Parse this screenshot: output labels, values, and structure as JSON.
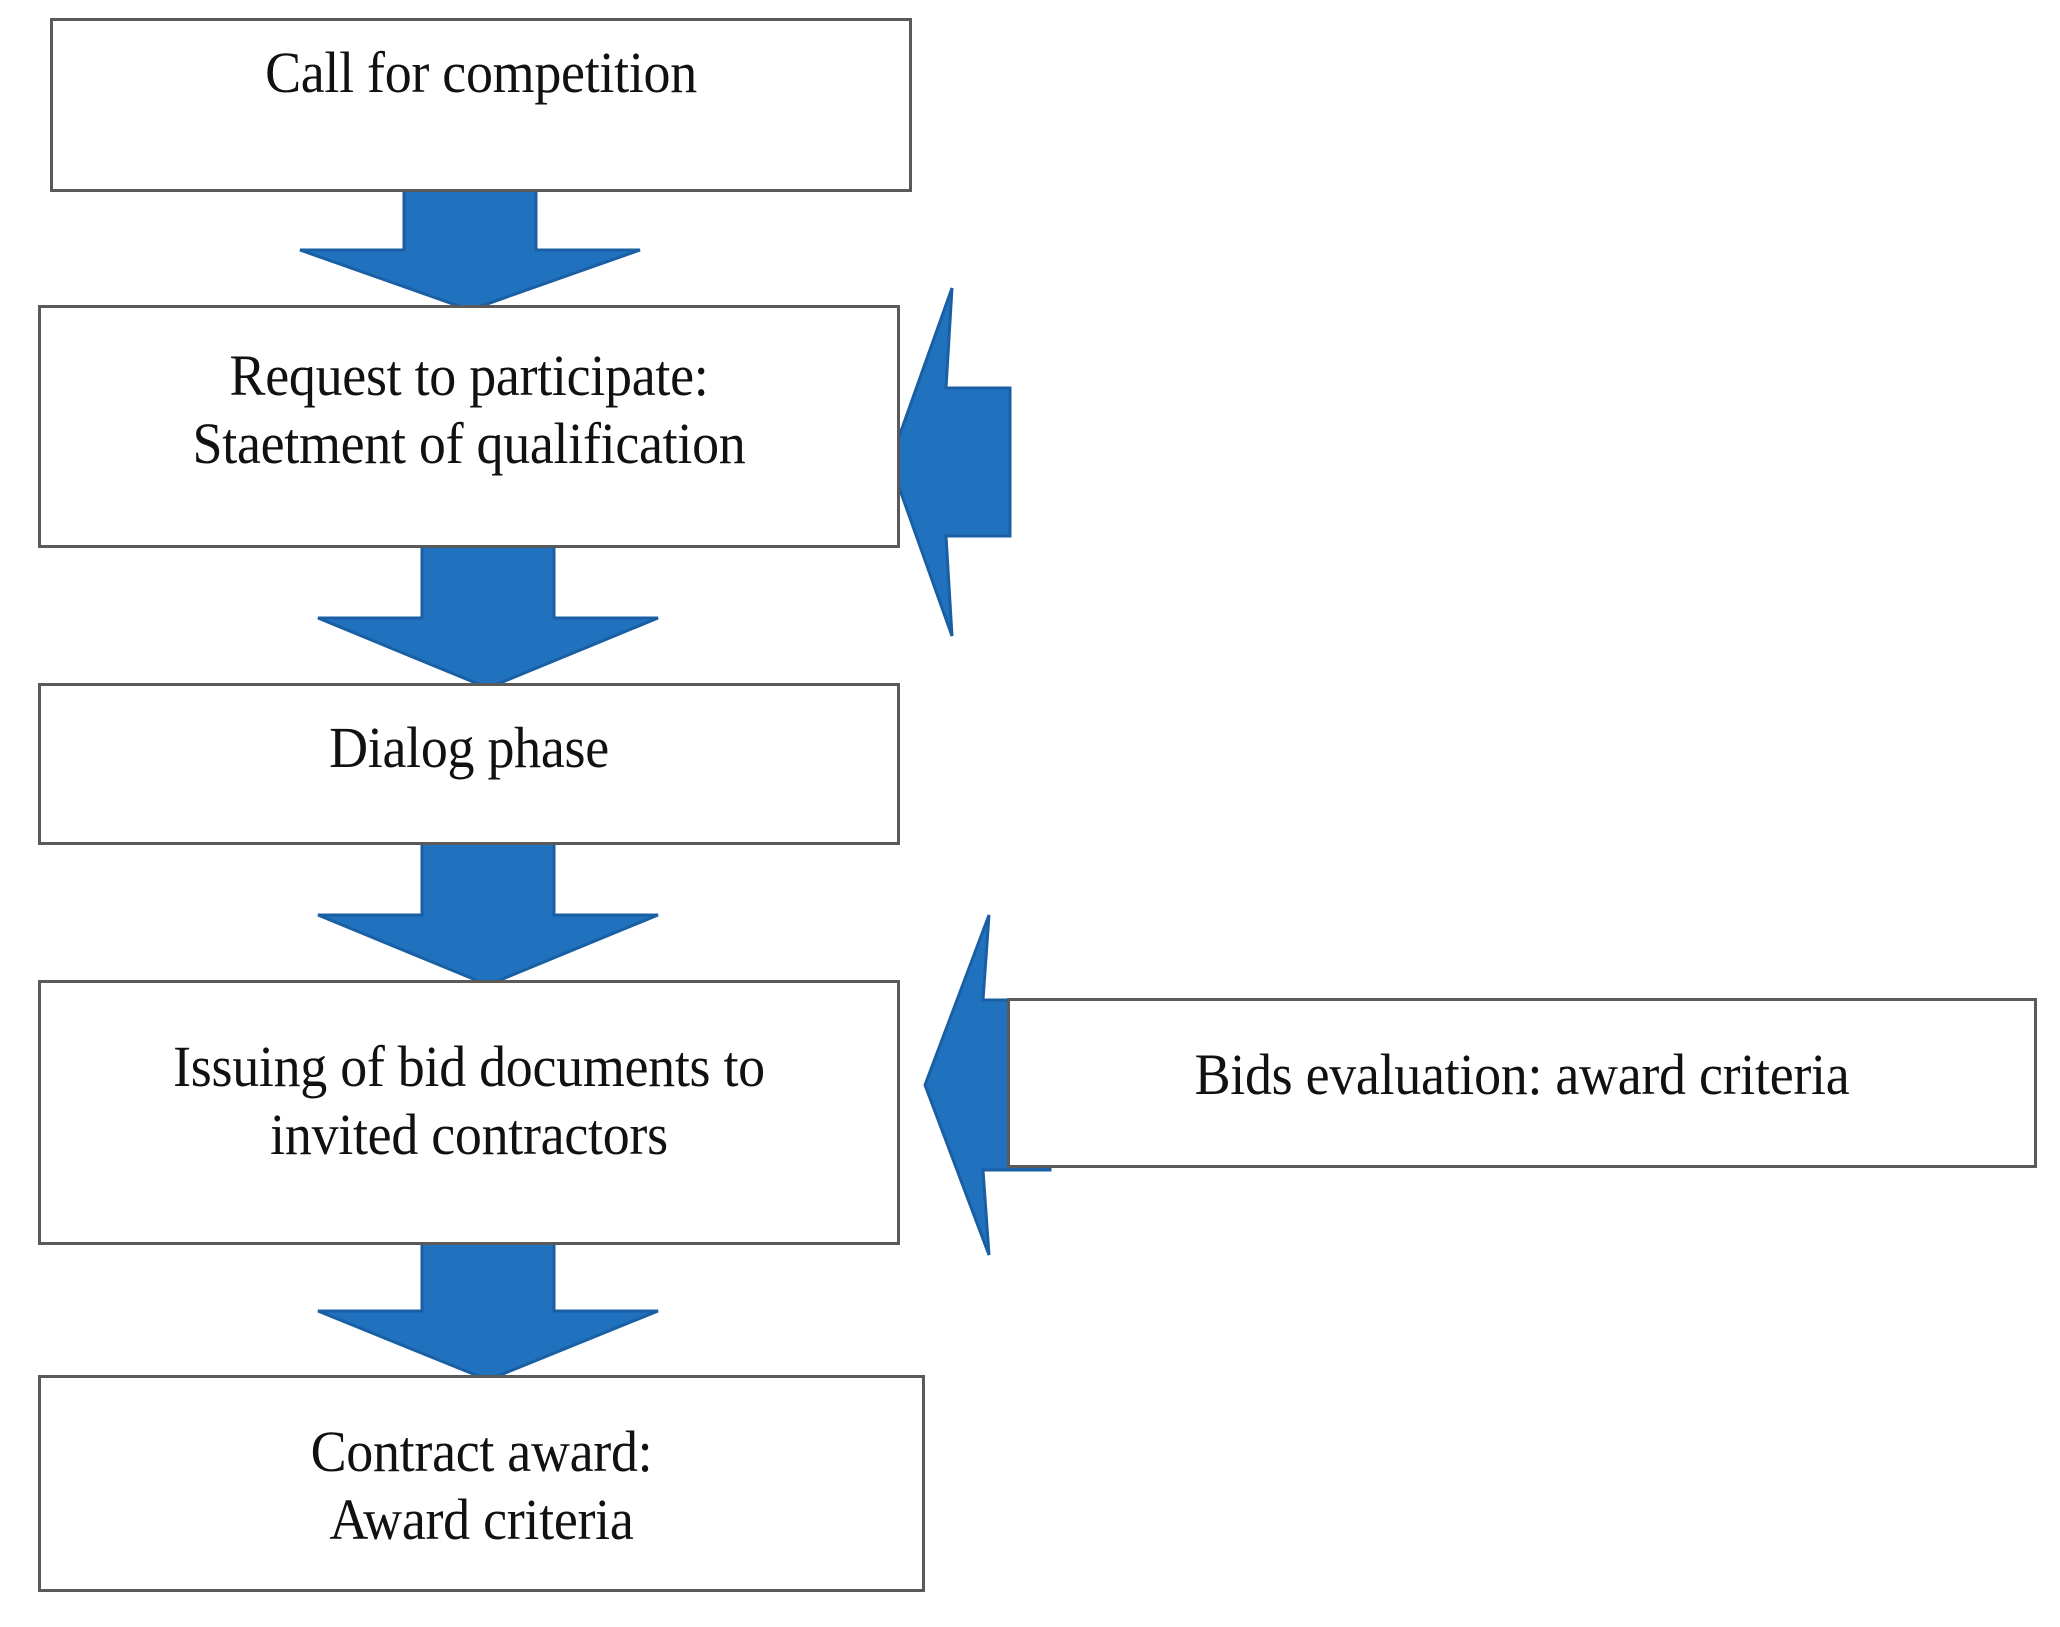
{
  "diagram": {
    "title": "Competitive dialogue procurement process flowchart",
    "colors": {
      "arrow_blue": "#2072BE",
      "arrow_blue_stroke": "#1A5FA3",
      "box_border": "#5A5A5A",
      "box_fill": "#FFFFFF",
      "text": "#111111"
    },
    "nodes": [
      {
        "id": "call",
        "label": "Call for competition"
      },
      {
        "id": "request",
        "label": "Request to participate:\nStaetment of qualification"
      },
      {
        "id": "dialog",
        "label": "Dialog phase"
      },
      {
        "id": "issuing",
        "label": "Issuing of bid documents to\ninvited contractors"
      },
      {
        "id": "contract",
        "label": "Contract award:\nAward criteria"
      },
      {
        "id": "bids",
        "label": "Bids evaluation: award criteria"
      }
    ],
    "connectors": [
      {
        "id": "down-1",
        "icon": "down-arrow-icon",
        "from": "call",
        "to": "request"
      },
      {
        "id": "down-2",
        "icon": "down-arrow-icon",
        "from": "request",
        "to": "dialog"
      },
      {
        "id": "down-3",
        "icon": "down-arrow-icon",
        "from": "dialog",
        "to": "issuing"
      },
      {
        "id": "down-4",
        "icon": "down-arrow-icon",
        "from": "issuing",
        "to": "contract"
      },
      {
        "id": "left-1",
        "icon": "left-arrow-icon",
        "from": "",
        "to": "request"
      },
      {
        "id": "left-2",
        "icon": "left-arrow-icon",
        "from": "bids",
        "to": "issuing"
      }
    ]
  }
}
